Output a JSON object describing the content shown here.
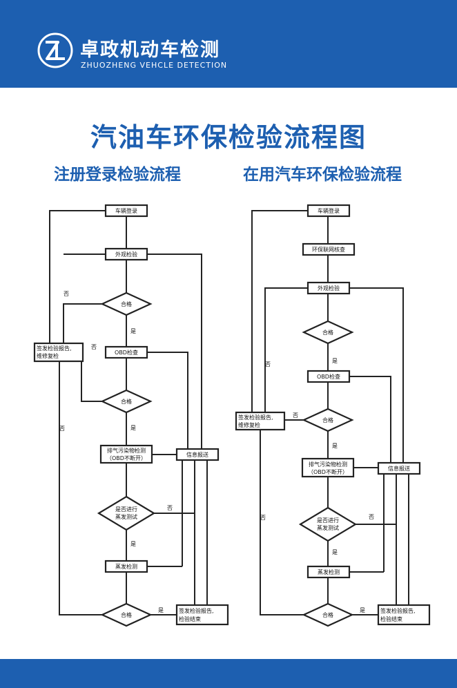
{
  "header": {
    "brand_cn": "卓政机动车检测",
    "brand_en": "ZHUOZHENG VEHCLE DETECTION"
  },
  "title": "汽油车环保检验流程图",
  "left": {
    "title": "注册登录检验流程",
    "n1": "车辆登录",
    "n2": "外观检验",
    "d1": "合格",
    "n3": "OBD检查",
    "d2": "合格",
    "n4_1": "排气污染物检测",
    "n4_2": "（OBD不断开）",
    "n5": "信息报送",
    "d3_1": "是否进行",
    "d3_2": "蒸发测试",
    "n6": "蒸发检测",
    "d4": "合格",
    "n7_1": "签发检验报告,",
    "n7_2": "检验结束",
    "n8_1": "签发检验报告,",
    "n8_2": "维修复检",
    "yes": "是",
    "no": "否"
  },
  "right": {
    "title": "在用汽车环保检验流程",
    "n1": "车辆登录",
    "n2": "环保联网核查",
    "n3": "外观检验",
    "d1": "合格",
    "n4": "OBD检查",
    "d2": "合格",
    "n5_1": "排气污染物检测",
    "n5_2": "（OBD不断开）",
    "n6": "信息报送",
    "d3_1": "是否进行",
    "d3_2": "蒸发测试",
    "n7": "蒸发检测",
    "d4": "合格",
    "n8_1": "签发检验报告,",
    "n8_2": "检验结束",
    "n9_1": "签发检验报告,",
    "n9_2": "维修复检",
    "yes": "是",
    "no": "否"
  }
}
